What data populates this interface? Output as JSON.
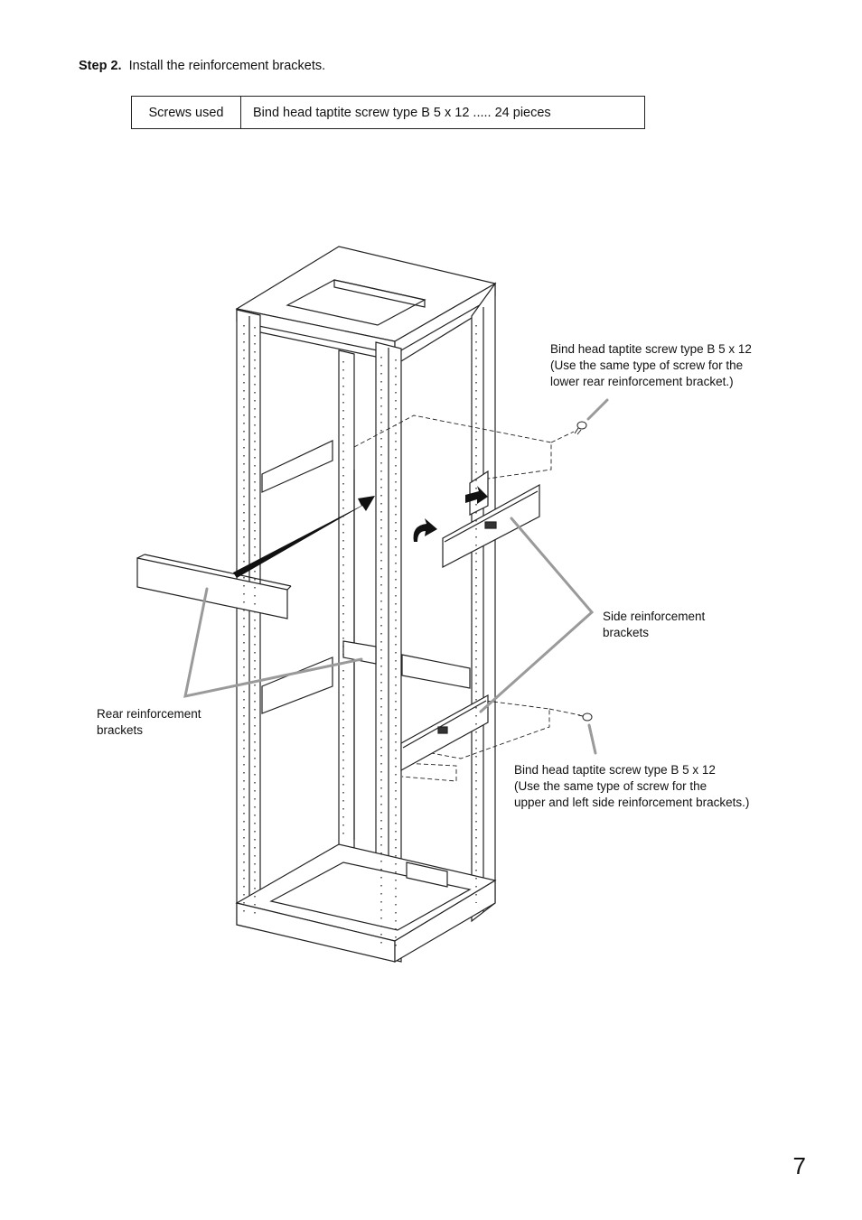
{
  "step": {
    "number": "Step 2.",
    "instruction": "Install the reinforcement brackets."
  },
  "screw_table": {
    "header": "Screws used",
    "value": "Bind head taptite screw type B 5 x 12 ..... 24 pieces"
  },
  "callouts": {
    "upper_screw": "Bind head taptite screw type B 5 x 12\n(Use the same type of screw for the\nlower rear reinforcement bracket.)",
    "side_brackets": "Side reinforcement\nbrackets",
    "rear_brackets": "Rear reinforcement\nbrackets",
    "lower_screw": "Bind head taptite screw type B 5 x 12\n(Use the same type of screw for the\nupper and left side reinforcement brackets.)"
  },
  "page_number": "7"
}
